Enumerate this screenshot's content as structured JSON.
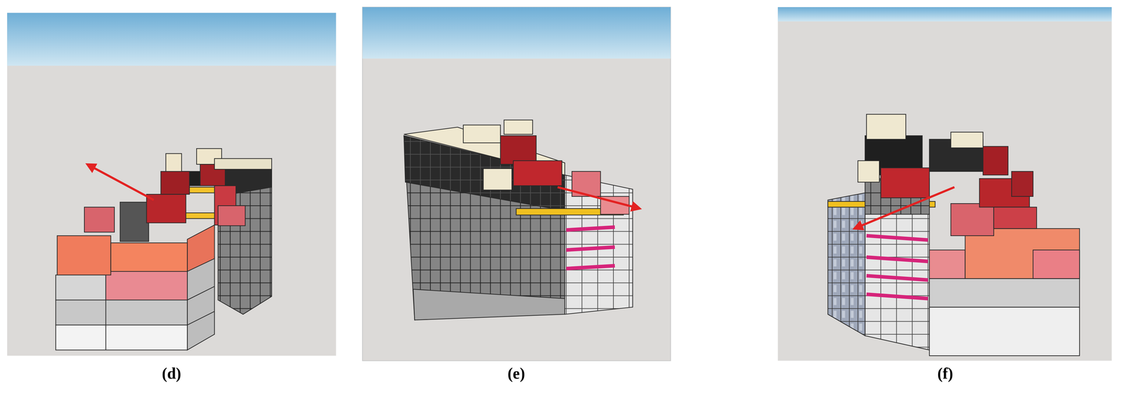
{
  "diagram": {
    "labels": [
      "(d)",
      "(e)",
      "(f)"
    ]
  }
}
